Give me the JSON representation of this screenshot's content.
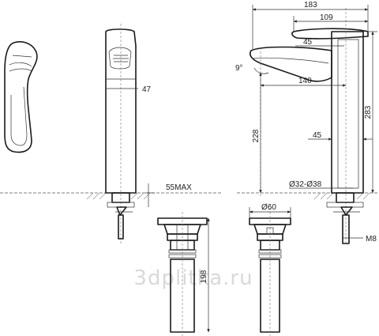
{
  "dimensions": {
    "front_width": "47",
    "counter_thickness": "55MAX",
    "overall_reach": "183",
    "spout_reach": "109",
    "lever_angle": "9°",
    "lever_length": "45",
    "outlet_offset": "140",
    "outlet_height": "228",
    "overall_height": "283",
    "body_width": "45",
    "hole_diameter": "Ø32-Ø38",
    "waste_diameter": "Ø60",
    "waste_length": "198",
    "thread": "M8"
  },
  "watermark": "3dplitka.ru"
}
